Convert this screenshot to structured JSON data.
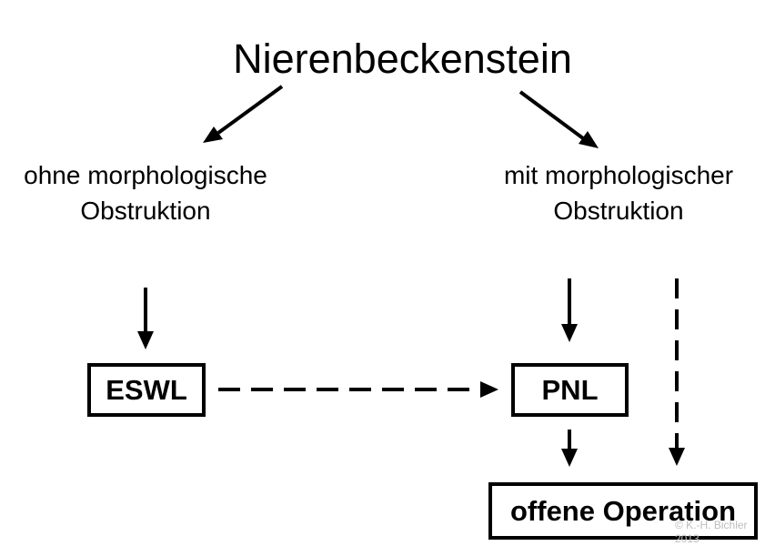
{
  "diagram": {
    "title": "Nierenbeckenstein",
    "branch_left": {
      "line1": "ohne morphologische",
      "line2": "Obstruktion"
    },
    "branch_right": {
      "line1": "mit morphologischer",
      "line2": "Obstruktion"
    },
    "boxes": {
      "eswl": "ESWL",
      "pnl": "PNL",
      "open_operation": "offene Operation"
    },
    "copyright": "© K.-H. Bichler 2013"
  }
}
